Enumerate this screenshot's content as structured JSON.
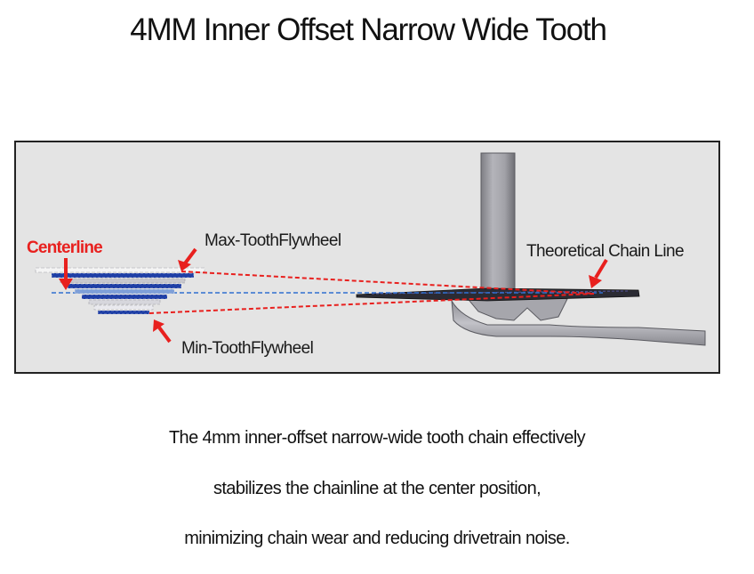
{
  "title": "4MM Inner Offset  Narrow Wide Tooth",
  "diagram": {
    "labels": {
      "centerline": "Centerline",
      "max_tooth": "Max-ToothFlywheel",
      "min_tooth": "Min-ToothFlywheel",
      "chain_line": "Theoretical Chain Line"
    },
    "colors": {
      "background": "#e4e4e4",
      "arrow": "#e8201e",
      "chain_line": "#e8201e",
      "centerline": "#2f6fd0",
      "cassette": "#1f3fa6",
      "crank": "#9a9aa0"
    }
  },
  "caption": {
    "line1": "The 4mm inner-offset narrow-wide tooth chain effectively",
    "line2": "stabilizes the chainline at the center position,",
    "line3": "minimizing chain wear and reducing drivetrain noise."
  }
}
